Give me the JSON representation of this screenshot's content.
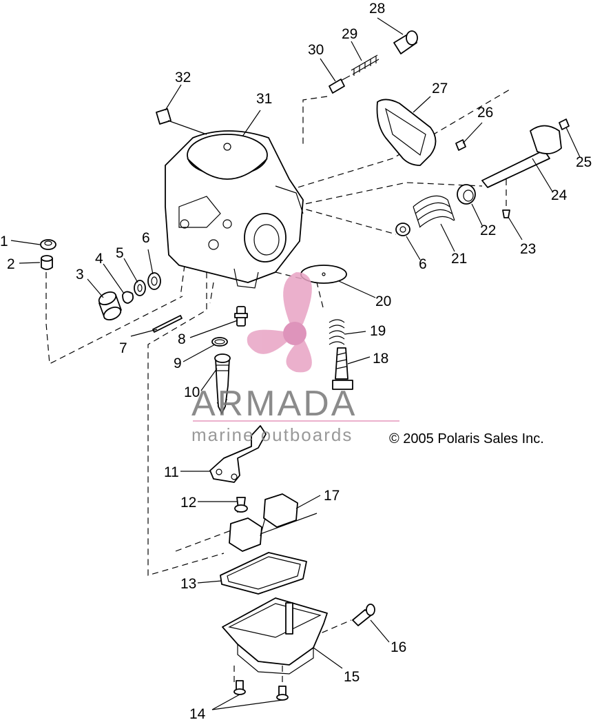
{
  "callouts": [
    "1",
    "2",
    "3",
    "4",
    "5",
    "6",
    "7",
    "8",
    "9",
    "10",
    "11",
    "12",
    "13",
    "14",
    "15",
    "16",
    "17",
    "18",
    "19",
    "20",
    "21",
    "22",
    "23",
    "24",
    "25",
    "26",
    "27",
    "28",
    "29",
    "30",
    "31",
    "32",
    "6"
  ],
  "copyright": "© 2005 Polaris Sales Inc.",
  "watermark": {
    "brand": "ARMADA",
    "tagline": "marine outboards",
    "colors": {
      "pink": "#e8a3c4",
      "pink_center": "#d982b0",
      "text": "#777777"
    }
  }
}
